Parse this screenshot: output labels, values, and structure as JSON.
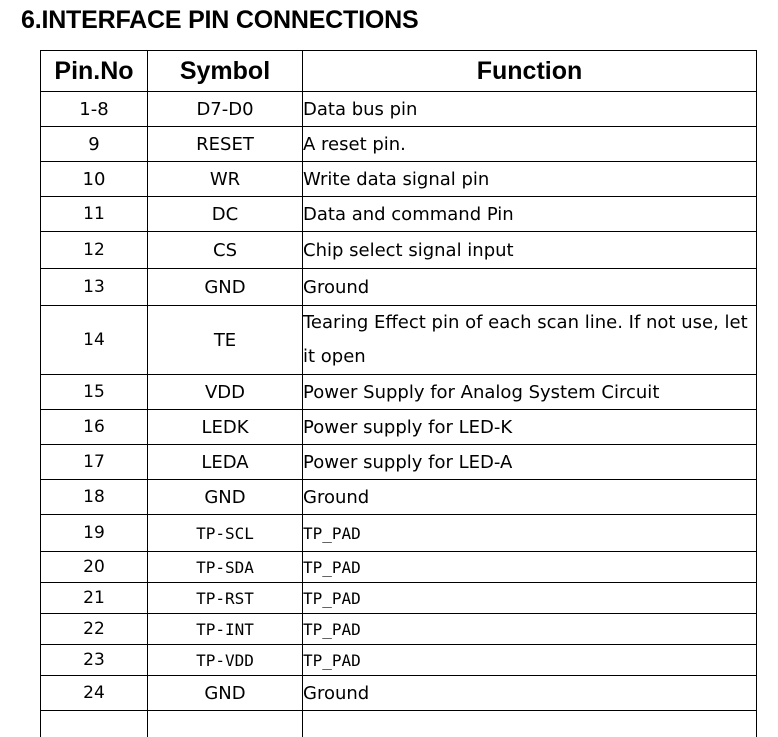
{
  "title": "6.INTERFACE PIN CONNECTIONS",
  "table": {
    "headers": [
      "Pin.No",
      "Symbol",
      "Function"
    ],
    "rows": [
      {
        "pin": "1-8",
        "symbol": "D7-D0",
        "function": "Data bus pin"
      },
      {
        "pin": "9",
        "symbol": "RESET",
        "function": "A reset pin."
      },
      {
        "pin": "10",
        "symbol": "WR",
        "function": "Write data signal pin"
      },
      {
        "pin": "11",
        "symbol": "DC",
        "function": "Data and command Pin"
      },
      {
        "pin": "12",
        "symbol": "CS",
        "function": "Chip select signal input"
      },
      {
        "pin": "13",
        "symbol": "GND",
        "function": "Ground"
      },
      {
        "pin": "14",
        "symbol": "TE",
        "function": "Tearing Effect pin of each scan line. If not use, let it open"
      },
      {
        "pin": "15",
        "symbol": "VDD",
        "function": "Power Supply for Analog System Circuit"
      },
      {
        "pin": "16",
        "symbol": "LEDK",
        "function": "Power supply for LED-K"
      },
      {
        "pin": "17",
        "symbol": "LEDA",
        "function": "Power supply for LED-A"
      },
      {
        "pin": "18",
        "symbol": "GND",
        "function": "Ground"
      },
      {
        "pin": "19",
        "symbol": "TP-SCL",
        "function": "TP_PAD"
      },
      {
        "pin": "20",
        "symbol": "TP-SDA",
        "function": "TP_PAD"
      },
      {
        "pin": "21",
        "symbol": "TP-RST",
        "function": "TP_PAD"
      },
      {
        "pin": "22",
        "symbol": "TP-INT",
        "function": "TP_PAD"
      },
      {
        "pin": "23",
        "symbol": "TP-VDD",
        "function": "TP_PAD"
      },
      {
        "pin": "24",
        "symbol": "GND",
        "function": "Ground"
      }
    ]
  }
}
